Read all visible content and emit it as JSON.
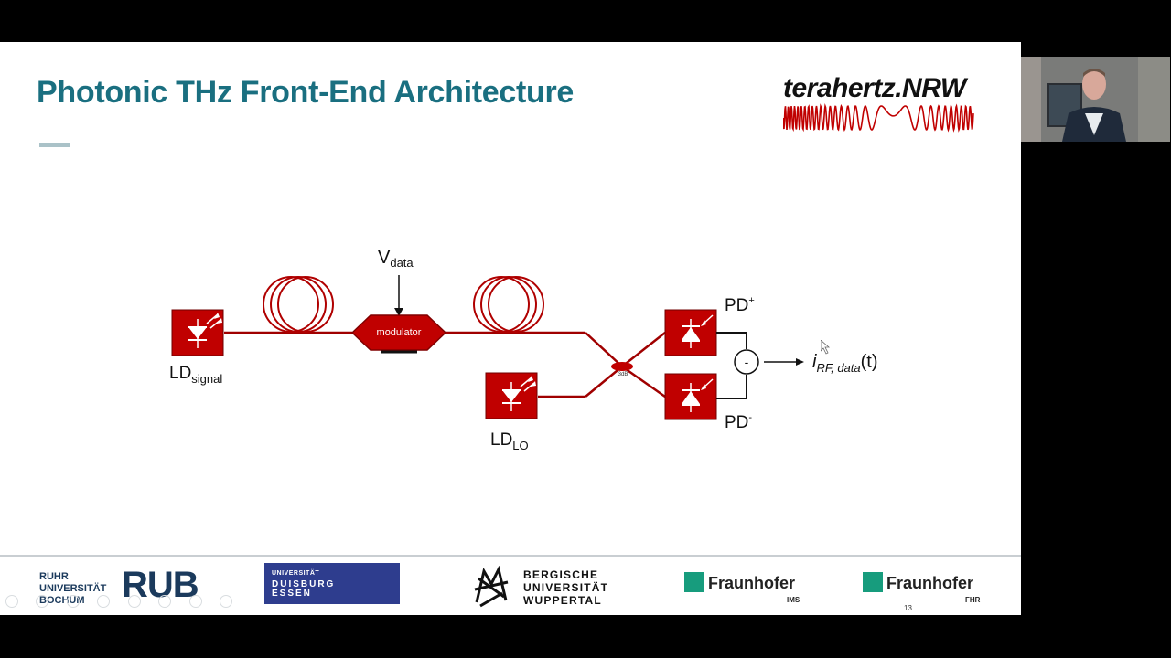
{
  "slide": {
    "title": "Photonic THz Front-End Architecture",
    "brand": "terahertz.NRW",
    "page_number": "13"
  },
  "diagram": {
    "v_data": "V",
    "v_data_sub": "data",
    "modulator_label": "modulator",
    "ld_signal": "LD",
    "ld_signal_sub": "signal",
    "ld_lo": "LD",
    "ld_lo_sub": "LO",
    "coupler_label": "3dB",
    "pd_plus": "PD",
    "pd_plus_sup": "+",
    "pd_minus": "PD",
    "pd_minus_sup": "-",
    "subtractor": "-",
    "output_i": "i",
    "output_sub": "RF, data",
    "output_arg": "(t)",
    "accent_color": "#c00000"
  },
  "footer": {
    "rub_lines": [
      "RUHR",
      "UNIVERSITÄT",
      "BOCHUM"
    ],
    "rub_logo": "RUB",
    "ude_small": "UNIVERSITÄT",
    "ude_lines": [
      "DUISBURG",
      "ESSEN"
    ],
    "buw_lines": [
      "BERGISCHE",
      "UNIVERSITÄT",
      "WUPPERTAL"
    ],
    "fraunhofer": "Fraunhofer",
    "fraunhofer_ims": "IMS",
    "fraunhofer_fhr": "FHR"
  }
}
